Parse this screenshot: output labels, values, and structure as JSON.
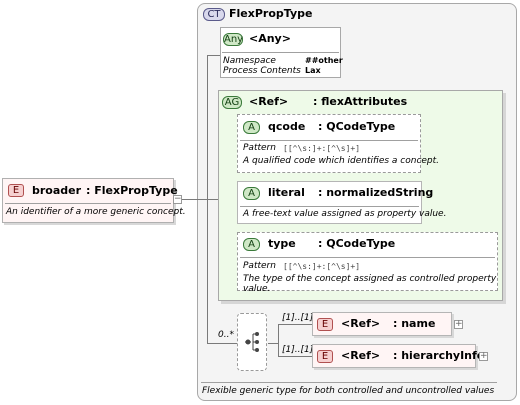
{
  "complex_type": {
    "badge": "CT",
    "name": "FlexPropType",
    "annotation": "Flexible generic type for both controlled and uncontrolled values"
  },
  "element_broader": {
    "badge": "E",
    "name": "broader",
    "type": ": FlexPropType",
    "doc": "An identifier of a more generic concept."
  },
  "any": {
    "badge": "Any",
    "name": "<Any>",
    "ns_label": "Namespace",
    "ns_value": "##other",
    "pc_label": "Process Contents",
    "pc_value": "Lax"
  },
  "attr_group": {
    "badge": "AG",
    "ref": "<Ref>",
    "name": ": flexAttributes"
  },
  "attributes": [
    {
      "badge": "A",
      "name": "qcode",
      "type": ": QCodeType",
      "pattern_label": "Pattern",
      "pattern": "[[^\\s:]+:[^\\s]+]",
      "doc": "A qualified code which identifies a concept."
    },
    {
      "badge": "A",
      "name": "literal",
      "type": ": normalizedString",
      "doc": "A free-text value assigned as property value."
    },
    {
      "badge": "A",
      "name": "type",
      "type": ": QCodeType",
      "pattern_label": "Pattern",
      "pattern": "[[^\\s:]+:[^\\s]+]",
      "doc": "The type of the concept assigned as controlled property value."
    }
  ],
  "sequence": {
    "occurs": "0..*"
  },
  "children": [
    {
      "badge": "E",
      "ref": "<Ref>",
      "name": ": name",
      "occurs": "[1]..[1]"
    },
    {
      "badge": "E",
      "ref": "<Ref>",
      "name": ": hierarchyInfo",
      "occurs": "[1]..[1]"
    }
  ],
  "colors": {
    "element_fill": "#fff5f5",
    "attr_group_fill": "#eefae8",
    "attr_fill": "#ffffff",
    "frame_fill": "#f4f4f4"
  }
}
